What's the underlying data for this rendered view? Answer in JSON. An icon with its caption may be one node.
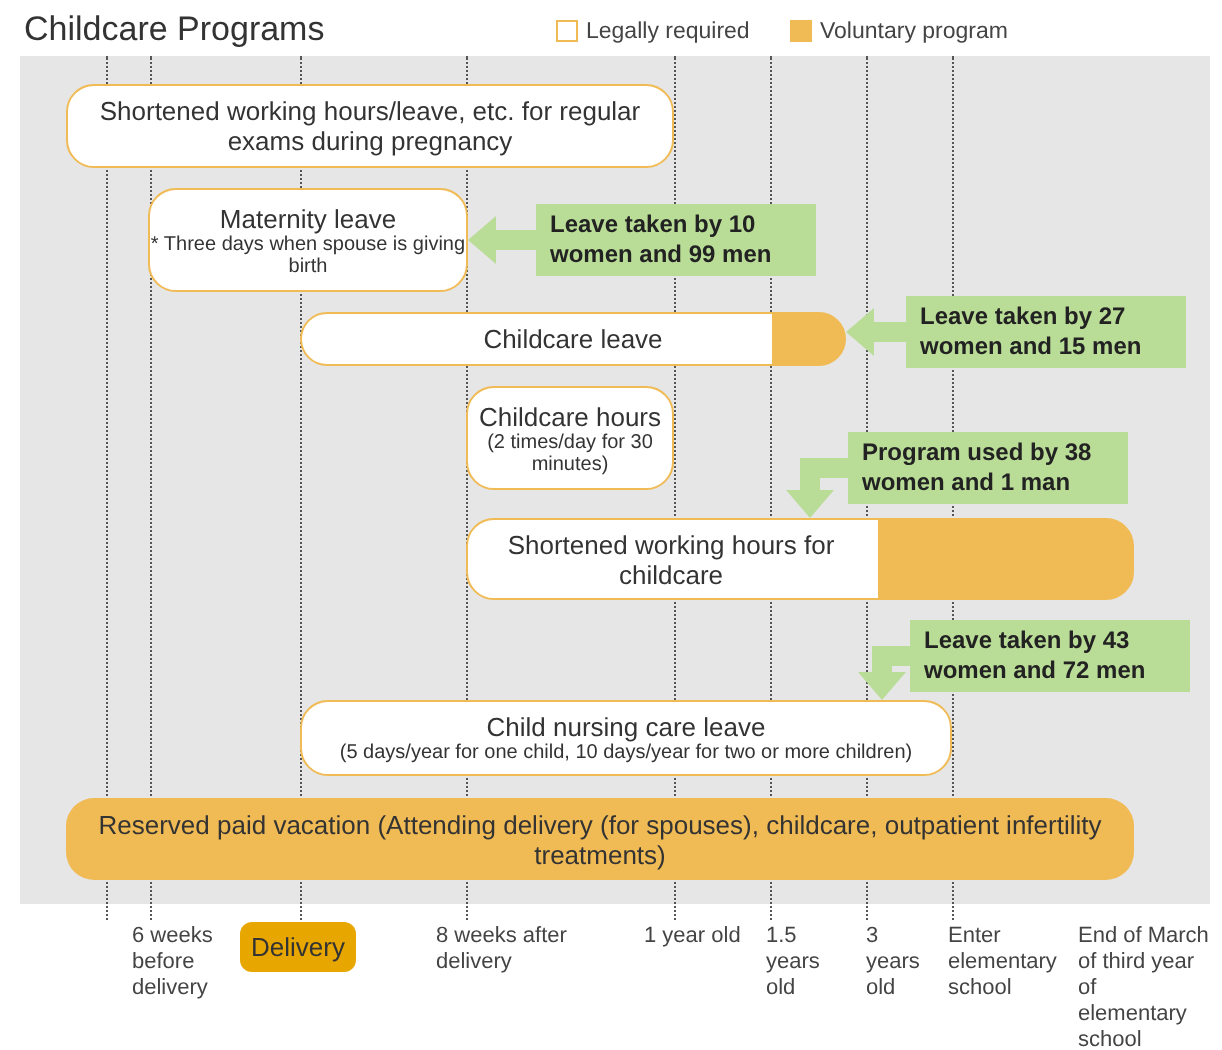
{
  "diagram": {
    "title": "Childcare Programs",
    "nodes": [
      {
        "text": [
          "Shortened working hours/leave, etc. for regular exams during pregnancy"
        ]
      },
      {
        "text": [
          "Maternity leave",
          "* Three days when spouse is giving birth"
        ]
      },
      {
        "text": [
          "Leave taken by 10 women and 99 men"
        ]
      },
      {
        "text": [
          "Childcare leave"
        ]
      },
      {
        "text": [
          "Leave taken by 27 women and 15 men"
        ]
      },
      {
        "text": [
          "Childcare hours",
          "(2 times/day for 30 minutes)"
        ]
      },
      {
        "text": [
          "Program used by 38 women and 1 man"
        ]
      },
      {
        "text": [
          "Shortened working hours for childcare"
        ]
      },
      {
        "text": [
          "Leave taken by 43 women and 72 men"
        ]
      },
      {
        "text": [
          "Child nursing care leave",
          "(5 days/year for one child, 10 days/year for two or more children)"
        ]
      },
      {
        "text": [
          "Reserved paid vacation (Attending delivery (for spouses), childcare, outpatient infertility treatments)"
        ]
      },
      {
        "text": [
          "Delivery"
        ]
      }
    ],
    "edges": [
      {
        "from": 2,
        "to": 1,
        "arrow": "to"
      },
      {
        "from": 4,
        "to": 3,
        "arrow": "to"
      },
      {
        "from": 6,
        "to": 7,
        "arrow": "to"
      },
      {
        "from": 8,
        "to": 9,
        "arrow": "to"
      }
    ],
    "labels": [
      "6 weeks before delivery",
      "8 weeks after delivery",
      "1 year old",
      "1.5 years old",
      "3 years old",
      "Enter elementary school",
      "End of March of third year of elementary school"
    ],
    "legend": [
      {
        "text": "Legally required"
      },
      {
        "text": "Voluntary program",
        "color": "#f0bb55"
      }
    ]
  }
}
